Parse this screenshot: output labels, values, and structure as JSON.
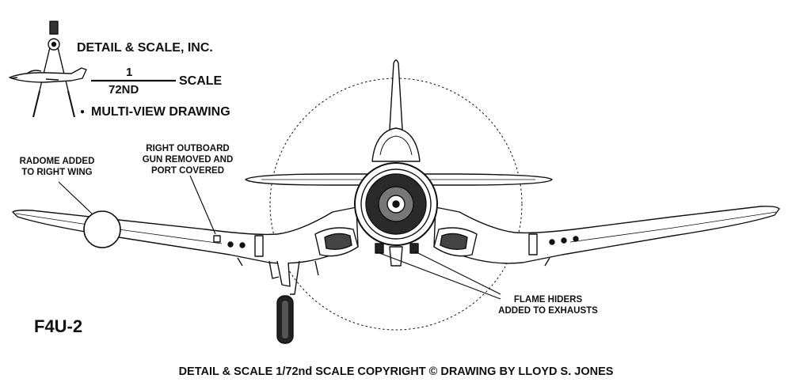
{
  "header": {
    "company": "DETAIL & SCALE, INC.",
    "scale_numerator": "1",
    "scale_denominator": "72ND",
    "scale_word": "SCALE",
    "bullet": "●",
    "subtitle": "MULTI-VIEW DRAWING"
  },
  "callouts": {
    "radome_line1": "RADOME ADDED",
    "radome_line2": "TO RIGHT WING",
    "gun_line1": "RIGHT OUTBOARD",
    "gun_line2": "GUN REMOVED AND",
    "gun_line3": "PORT COVERED",
    "flame_line1": "FLAME HIDERS",
    "flame_line2": "ADDED TO EXHAUSTS"
  },
  "designation": "F4U-2",
  "footer": {
    "text": "DETAIL & SCALE 1/72nd SCALE COPYRIGHT © DRAWING BY LLOYD S. JONES"
  },
  "colors": {
    "ink": "#111111",
    "paper": "#ffffff",
    "shade": "#bfbfbf"
  }
}
